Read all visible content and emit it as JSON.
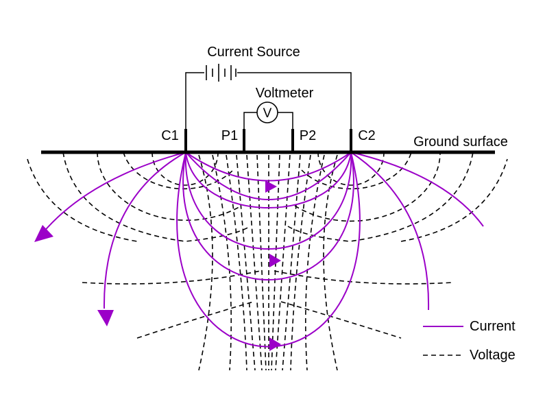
{
  "labels": {
    "current_source": "Current Source",
    "voltmeter": "Voltmeter",
    "voltmeter_symbol": "V",
    "c1": "C1",
    "c2": "C2",
    "p1": "P1",
    "p2": "P2",
    "ground_surface": "Ground surface"
  },
  "legend": {
    "current_label": "Current",
    "voltage_label": "Voltage"
  },
  "colors": {
    "current": "#9b00c8",
    "voltage": "#000000",
    "wire": "#000000"
  }
}
